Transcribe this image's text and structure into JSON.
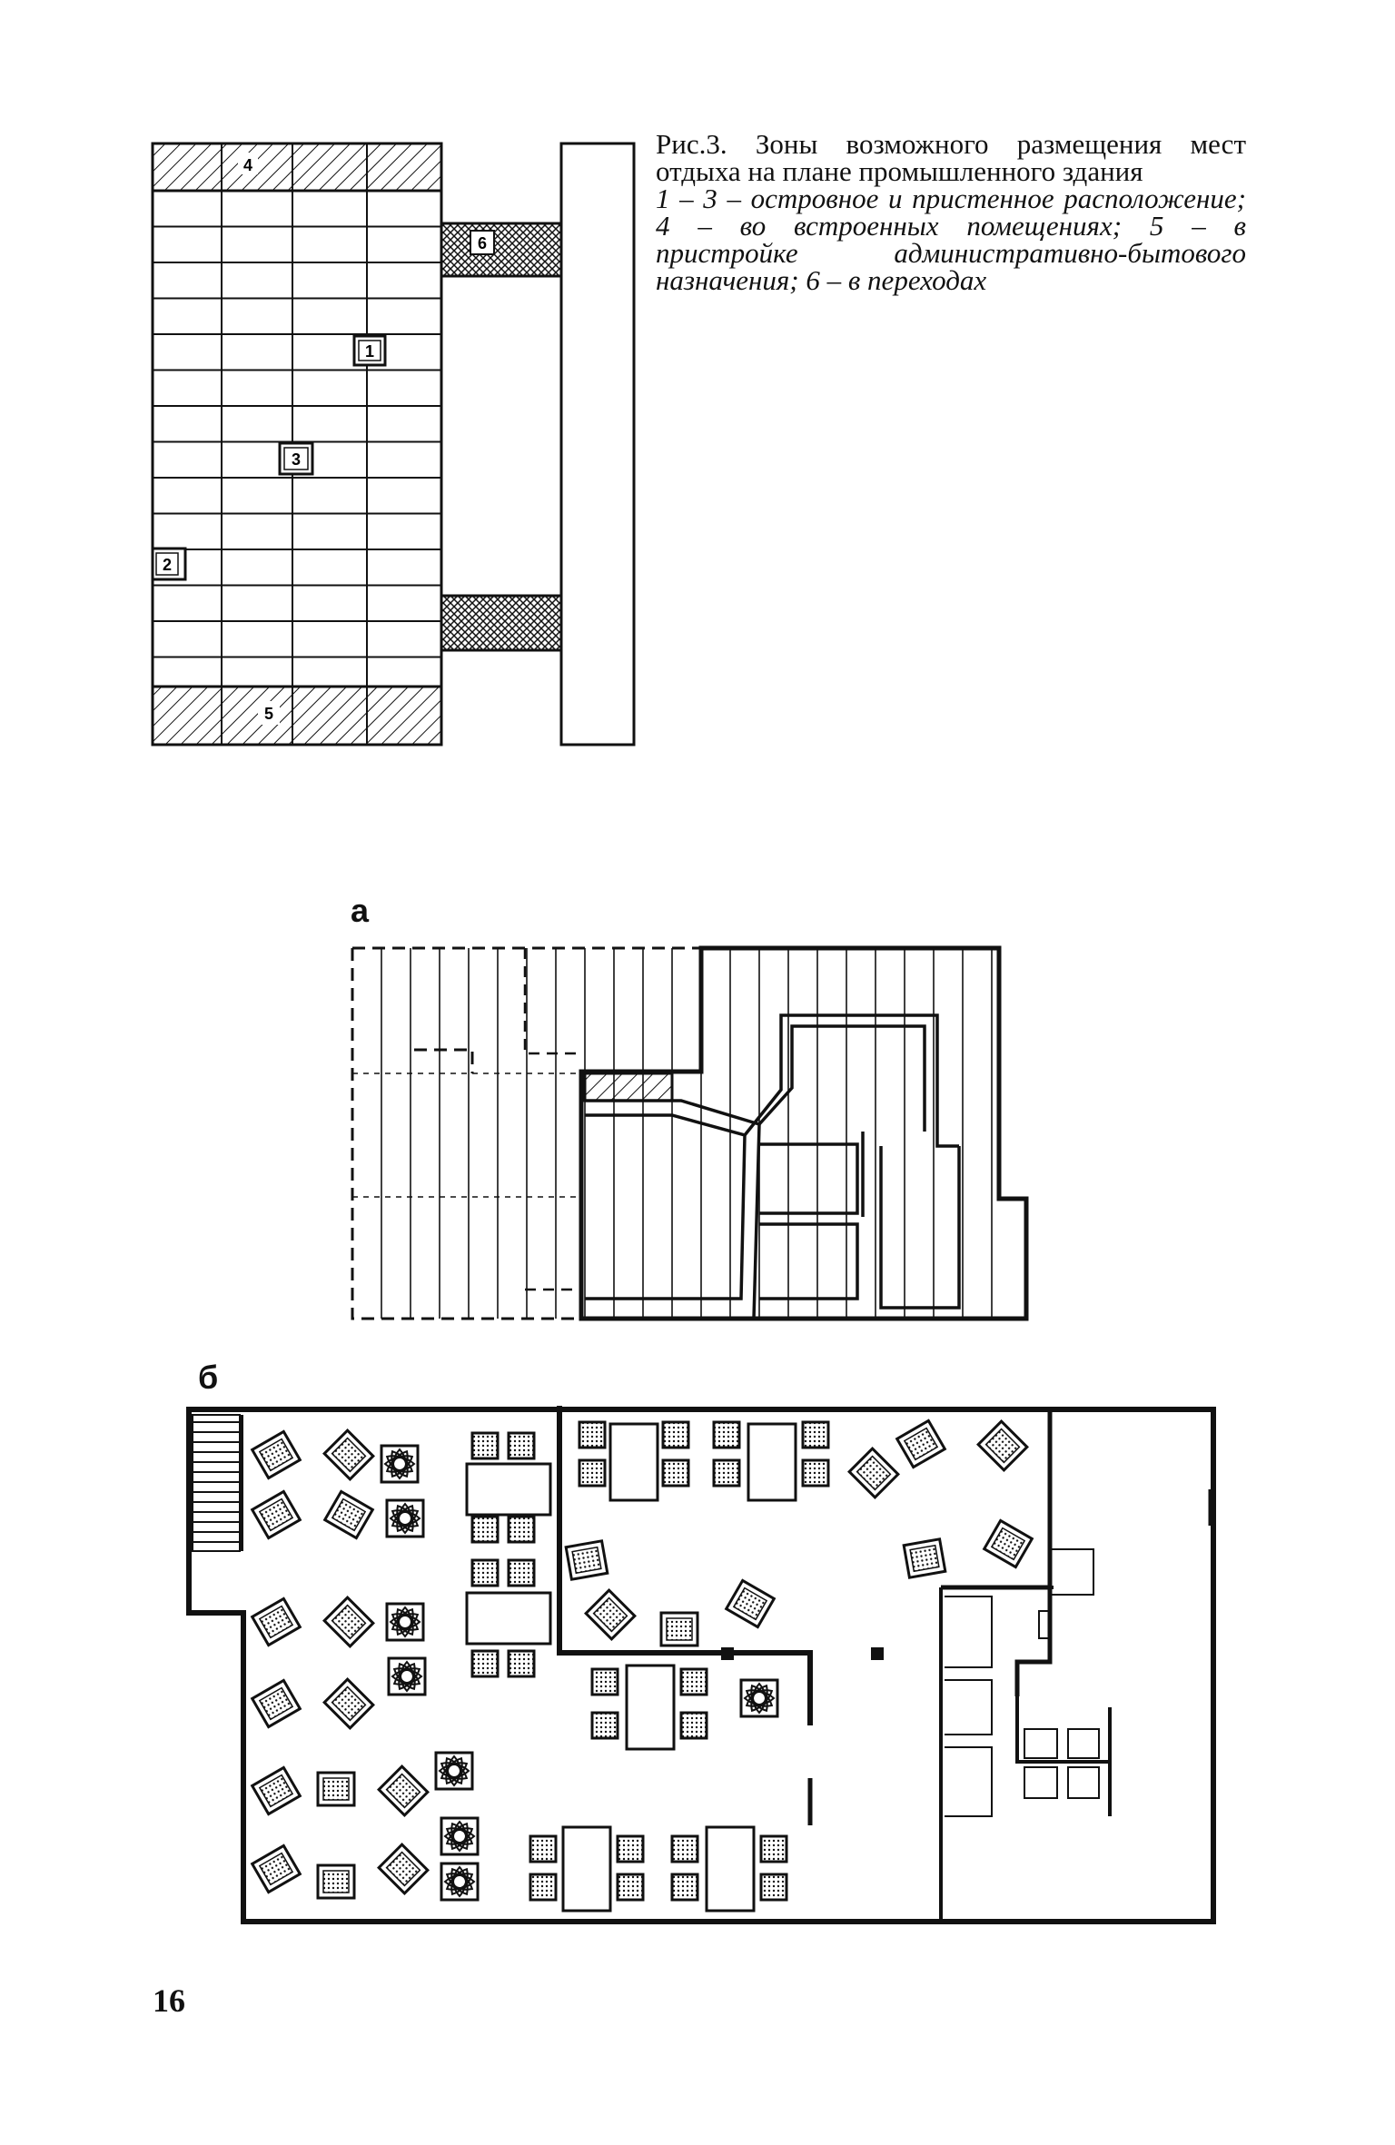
{
  "figure": {
    "title": "Рис.3. Зоны возможного размещения мест отдыха на плане промышленного здания",
    "legend": "1 – 3 – островное и пристенное расположение; 4 – во встроенных помещениях; 5 – в пристройке административно-бытового назначения; 6 – в переходах",
    "zone_labels": [
      "1",
      "2",
      "3",
      "4",
      "5",
      "6"
    ]
  },
  "panels": {
    "a": "а",
    "b": "б"
  },
  "page_number": "16"
}
